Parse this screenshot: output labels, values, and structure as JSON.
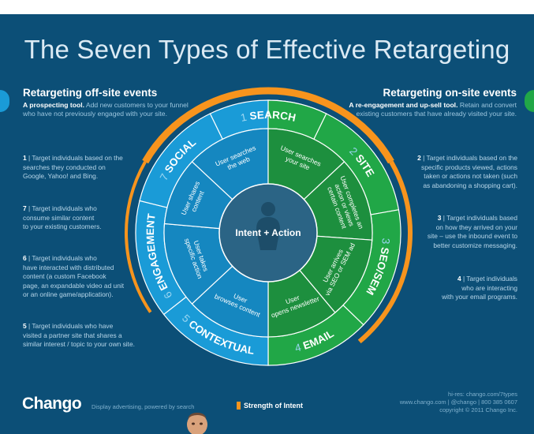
{
  "title": "The Seven Types of Effective Retargeting",
  "left": {
    "heading": "Retargeting off-site events",
    "sub_bold": "A prospecting tool.",
    "sub_text1": " Add new customers to your funnel",
    "sub_text2": "who have not previously engaged with your site."
  },
  "right": {
    "heading": "Retargeting on-site events",
    "sub_bold": "A re-engagement and up-sell tool.",
    "sub_text1": " Retain and convert",
    "sub_text2": "existing customers that have already visited your site."
  },
  "notes": {
    "n1": {
      "num": "1",
      "lines": [
        "| Target individuals based on the",
        "searches they conducted on",
        "Google, Yahoo! and Bing."
      ]
    },
    "n7": {
      "num": "7",
      "lines": [
        "| Target individuals who",
        "consume similar content",
        "to your existing customers."
      ]
    },
    "n6": {
      "num": "6",
      "lines": [
        "| Target individuals who",
        "have interacted with distributed",
        "content (a custom Facebook",
        "page, an expandable video ad unit",
        "or an online game/application)."
      ]
    },
    "n5": {
      "num": "5",
      "lines": [
        "| Target individuals who have",
        "visited a partner site that shares a",
        "similar interest / topic to your own site."
      ]
    },
    "n2": {
      "num": "2",
      "lines": [
        "| Target individuals based on the",
        "specific products viewed, actions",
        "taken or actions not taken (such",
        "as abandoning a shopping cart)."
      ]
    },
    "n3": {
      "num": "3",
      "lines": [
        "| Target individuals based",
        "on how they arrived on your",
        "site – use the inbound event to",
        "better customize messaging."
      ]
    },
    "n4": {
      "num": "4",
      "lines": [
        "| Target individuals",
        "who are interacting",
        "with your email programs."
      ]
    }
  },
  "wheel": {
    "center": "Intent + Action",
    "outer": {
      "search": {
        "num": "1",
        "label": "SEARCH"
      },
      "site": {
        "num": "2",
        "label": "SITE"
      },
      "seo": {
        "num": "3",
        "label": "SEO/SEM"
      },
      "email": {
        "num": "4",
        "label": "EMAIL"
      },
      "contextual": {
        "num": "5",
        "label": "CONTEXTUAL"
      },
      "engagement": {
        "num": "6",
        "label": "ENGAGEMENT"
      },
      "social": {
        "num": "7",
        "label": "SOCIAL"
      }
    },
    "inner": {
      "search_web": [
        "User searches",
        "the web"
      ],
      "search_site": [
        "User searches",
        "your site"
      ],
      "site": [
        "User completes an",
        "action or views",
        "certain content"
      ],
      "seo": [
        "User arrives",
        "via SEO or SEM ad"
      ],
      "email": [
        "User",
        "opens newsletter"
      ],
      "contextual": [
        "User",
        "browses content"
      ],
      "engagement": [
        "User takes",
        "specific action"
      ],
      "social": [
        "User shares",
        "content"
      ]
    }
  },
  "colors": {
    "background": "#0c4f77",
    "blue": "#1a9bd7",
    "blue_dark": "#1587c0",
    "green": "#21a747",
    "green_dark": "#1d8f3e",
    "orange": "#f7941d",
    "center": "#2b6485"
  },
  "footer": {
    "brand": "Chango",
    "tagline": "Display advertising, powered by search",
    "legend": "Strength of Intent",
    "line1": "hi-res: chango.com/7types",
    "line2": "www.chango.com  |  @chango  |  800 385 0607",
    "line3": "copyright © 2011 Chango Inc."
  }
}
